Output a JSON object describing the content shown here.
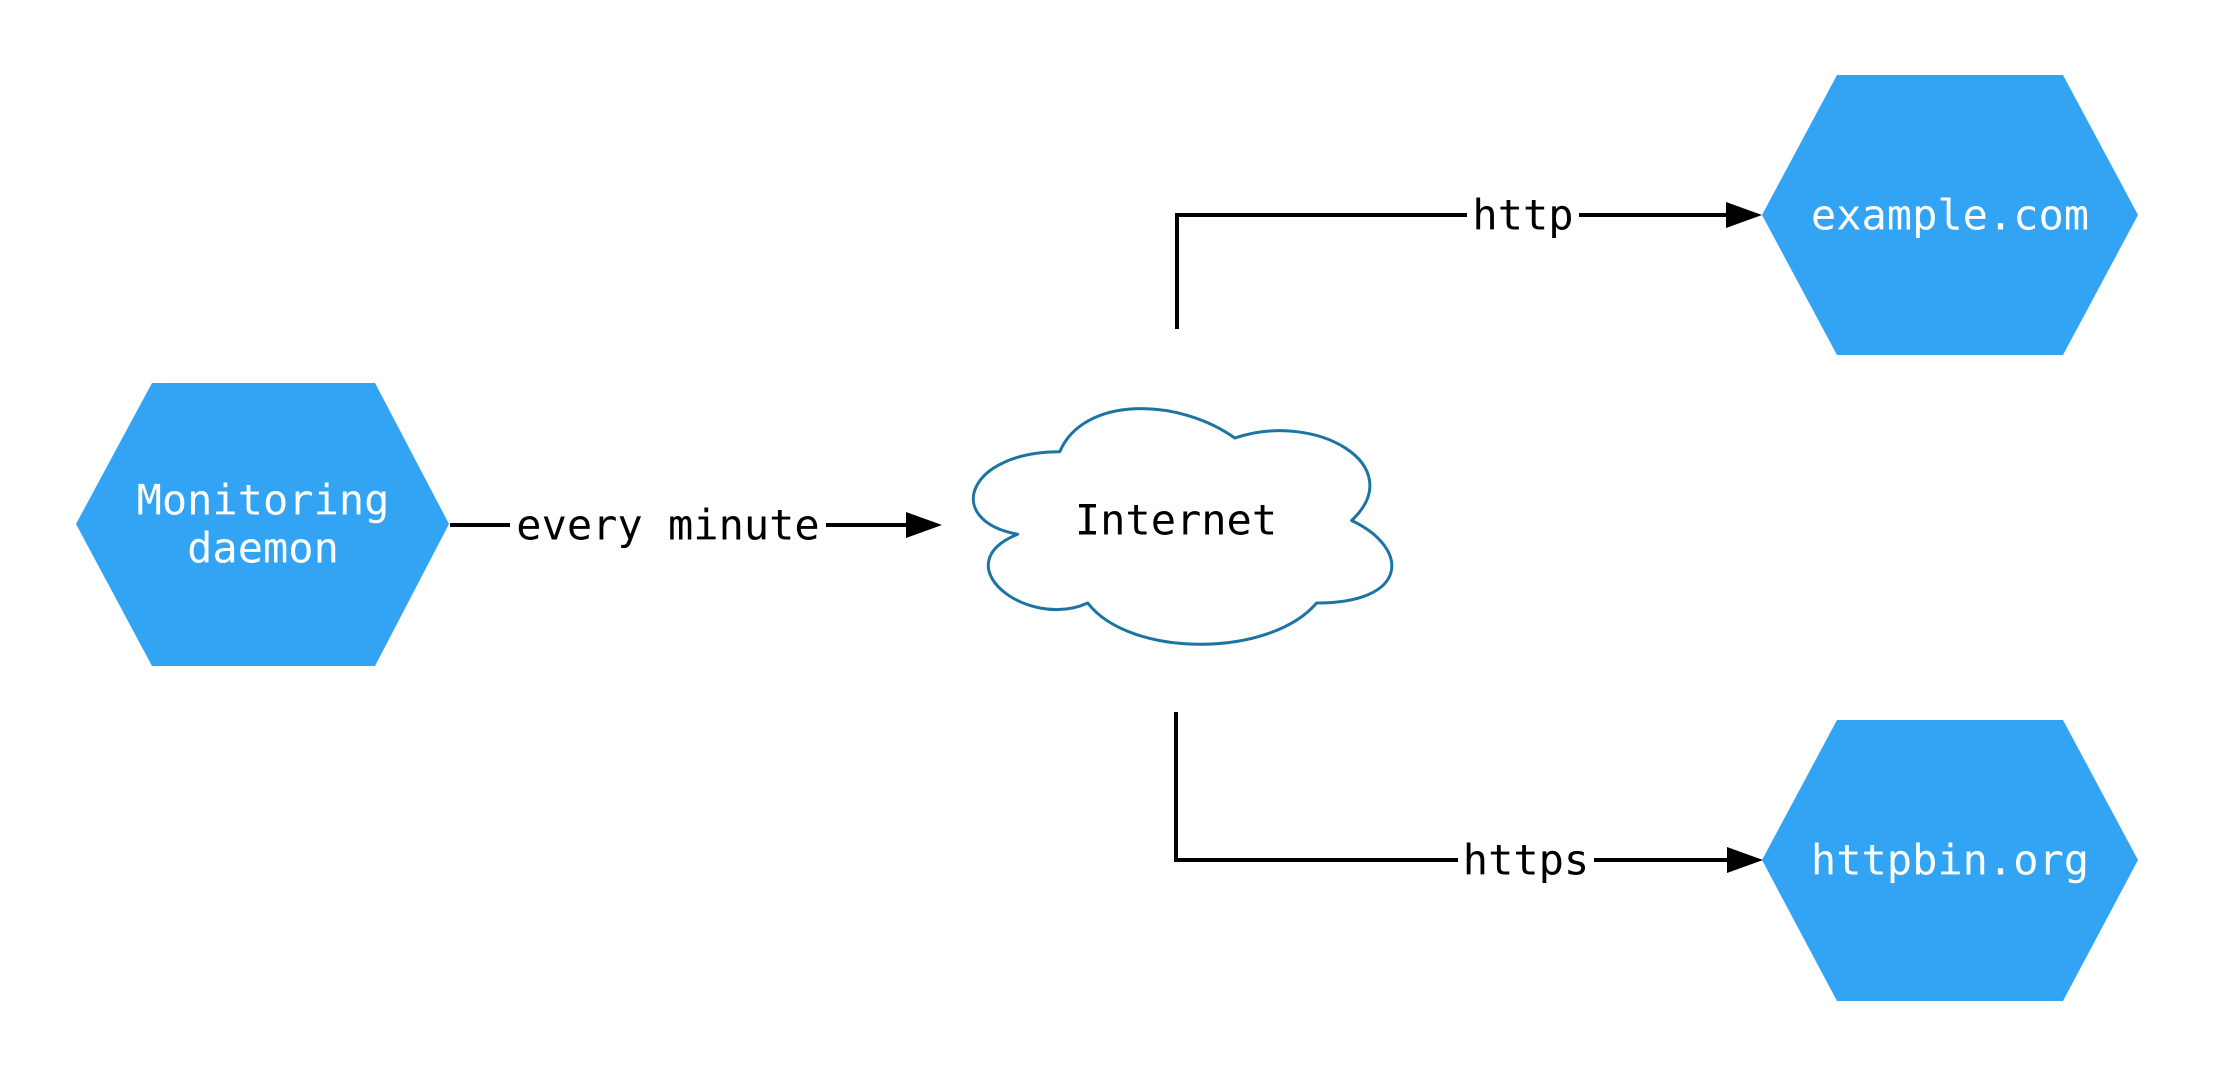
{
  "diagram": {
    "nodes": {
      "monitoring_daemon": {
        "label_line1": "Monitoring",
        "label_line2": "daemon",
        "shape": "hexagon"
      },
      "internet": {
        "label": "Internet",
        "shape": "cloud"
      },
      "example_com": {
        "label": "example.com",
        "shape": "hexagon"
      },
      "httpbin_org": {
        "label": "httpbin.org",
        "shape": "hexagon"
      }
    },
    "edges": {
      "every_minute": {
        "label": "every minute",
        "from": "monitoring_daemon",
        "to": "internet"
      },
      "http": {
        "label": "http",
        "from": "internet",
        "to": "example_com"
      },
      "https": {
        "label": "https",
        "from": "internet",
        "to": "httpbin_org"
      }
    }
  },
  "colors": {
    "node_fill": "#33a3f4",
    "node_text": "#ffffff",
    "cloud_fill": "#ffffff",
    "cloud_stroke": "#1b74a2",
    "edge_color": "#000000",
    "label_text": "#000000",
    "background": "#ffffff"
  }
}
